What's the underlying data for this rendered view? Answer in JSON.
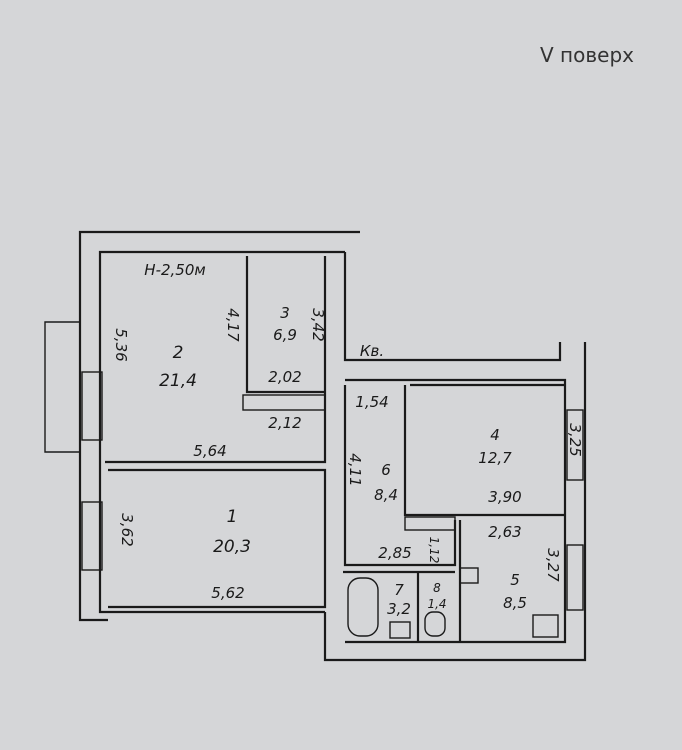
{
  "floor_label": "V поверх",
  "ceiling_height": "H-2,50м",
  "apartment_label": "Кв.",
  "rooms": [
    {
      "number": "1",
      "area": "20,3",
      "dims": [
        "3,62",
        "5,62"
      ]
    },
    {
      "number": "2",
      "area": "21,4",
      "dims": [
        "5,36",
        "4,17",
        "5,64"
      ]
    },
    {
      "number": "3",
      "area": "6,9",
      "dims": [
        "3,42",
        "2,02",
        "2,12"
      ]
    },
    {
      "number": "4",
      "area": "12,7",
      "dims": [
        "3,25",
        "3,90"
      ]
    },
    {
      "number": "5",
      "area": "8,5",
      "dims": [
        "2,63",
        "3,27"
      ]
    },
    {
      "number": "6",
      "area": "8,4",
      "dims": [
        "4,11",
        "1,54",
        "2,85",
        "1,12"
      ]
    },
    {
      "number": "7",
      "area": "3,2"
    },
    {
      "number": "8",
      "area": "1,4"
    }
  ]
}
